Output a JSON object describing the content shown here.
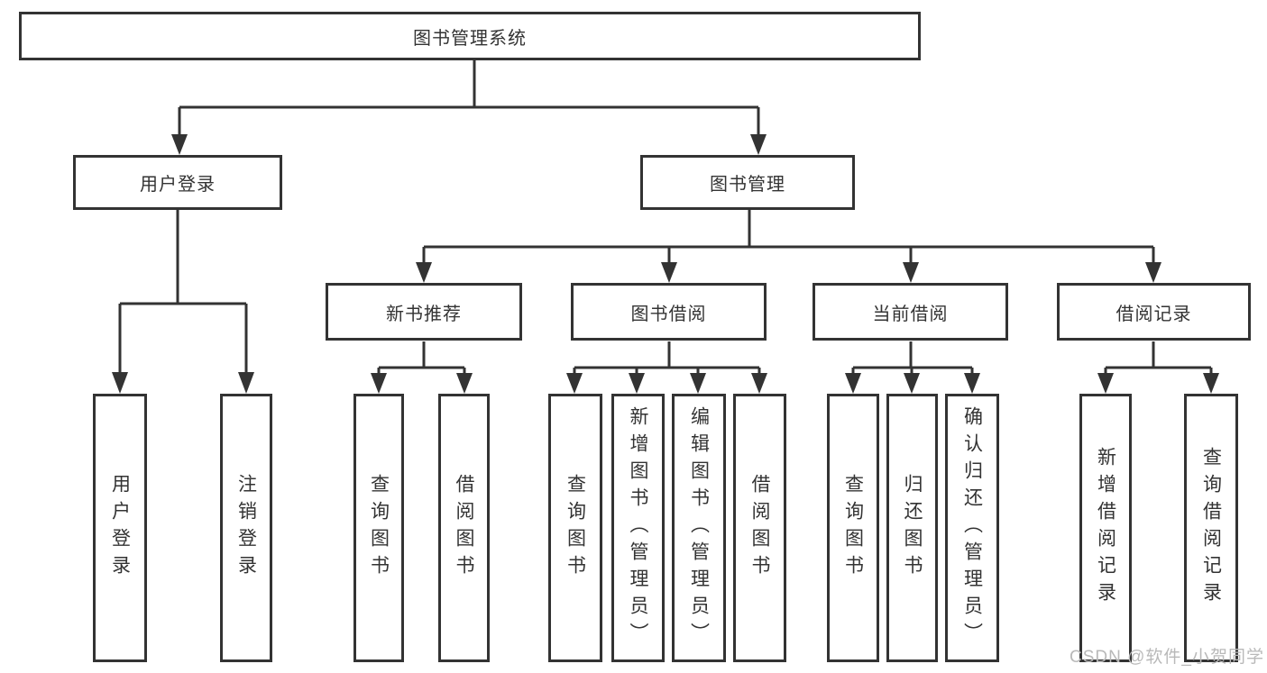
{
  "diagram": {
    "type": "hierarchy-tree",
    "orientation": "top-down",
    "tree": {
      "label": "图书管理系统",
      "children": [
        {
          "label": "用户登录",
          "children": [
            {
              "label": "用户登录"
            },
            {
              "label": "注销登录"
            }
          ]
        },
        {
          "label": "图书管理",
          "children": [
            {
              "label": "新书推荐",
              "children": [
                {
                  "label": "查询图书"
                },
                {
                  "label": "借阅图书"
                }
              ]
            },
            {
              "label": "图书借阅",
              "children": [
                {
                  "label": "查询图书"
                },
                {
                  "label": "新增图书（管理员）"
                },
                {
                  "label": "编辑图书（管理员）"
                },
                {
                  "label": "借阅图书"
                }
              ]
            },
            {
              "label": "当前借阅",
              "children": [
                {
                  "label": "查询图书"
                },
                {
                  "label": "归还图书"
                },
                {
                  "label": "确认归还（管理员）"
                }
              ]
            },
            {
              "label": "借阅记录",
              "children": [
                {
                  "label": "新增借阅记录"
                },
                {
                  "label": "查询借阅记录"
                }
              ]
            }
          ]
        }
      ]
    },
    "colors": {
      "line": "#333333",
      "box_border": "#333333",
      "text": "#333333",
      "background": "#ffffff",
      "watermark": "#b9b9b9"
    }
  },
  "watermark": "CSDN @软件_小贺同学"
}
